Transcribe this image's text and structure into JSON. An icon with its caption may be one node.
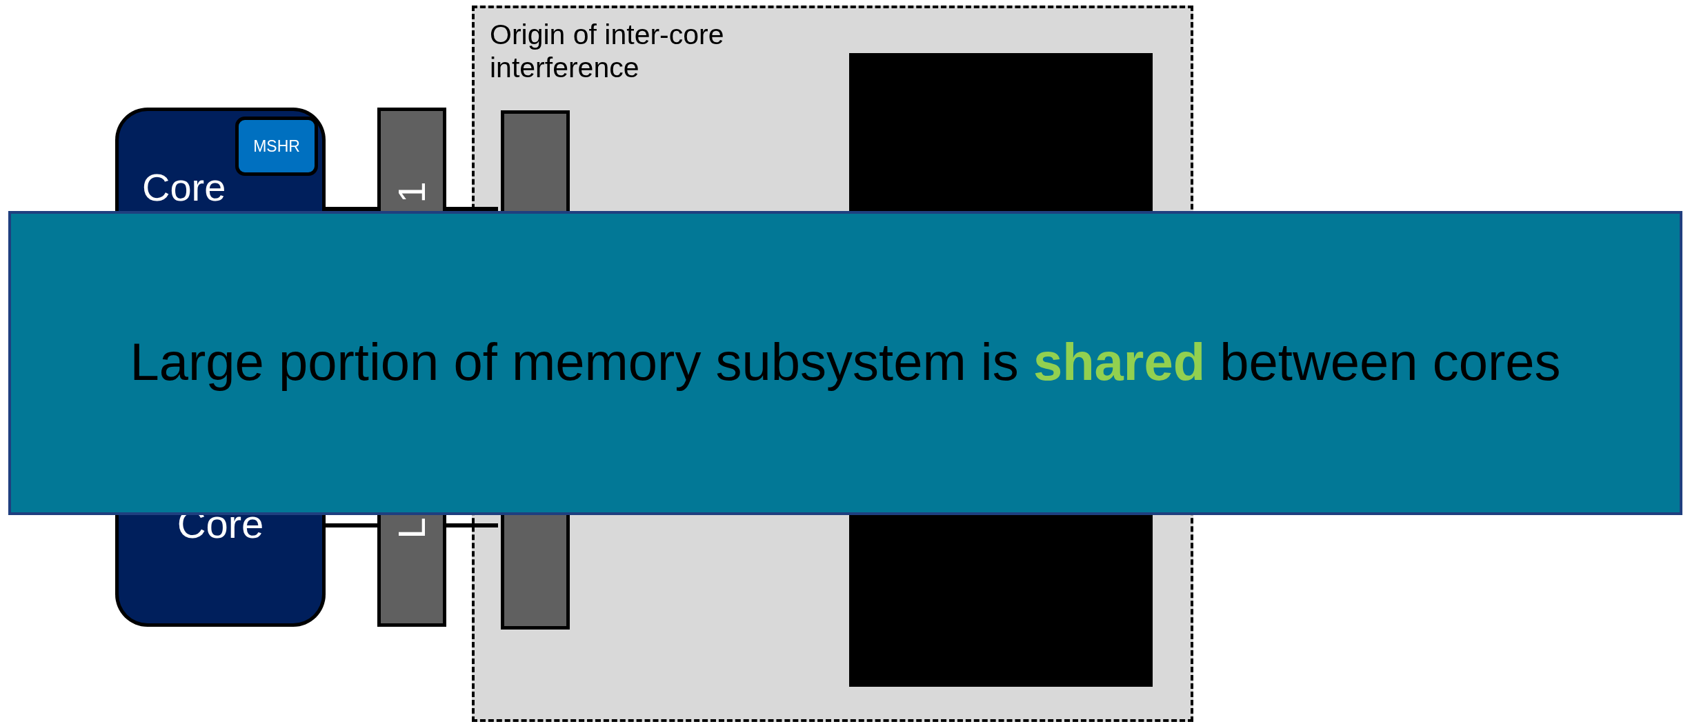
{
  "diagram": {
    "nodes": [
      {
        "text": [
          "Origin of inter-core interference"
        ]
      },
      {
        "text": [
          "Core"
        ]
      },
      {
        "text": [
          "MSHR"
        ],
        "in": 1
      },
      {
        "text": [
          "1"
        ]
      },
      {
        "text": [
          "Core"
        ]
      },
      {
        "text": [
          "L"
        ]
      },
      {
        "text": [],
        "shape": "bar",
        "in": 0
      },
      {
        "text": [],
        "shape": "box",
        "in": 0
      },
      {
        "text": [
          "Large portion of memory subsystem is **shared** between cores"
        ]
      }
    ],
    "edges": [
      {
        "from": 1,
        "to": 3,
        "arrow": "none"
      },
      {
        "from": 3,
        "to": 6,
        "arrow": "none"
      },
      {
        "from": 4,
        "to": 5,
        "arrow": "none"
      },
      {
        "from": 5,
        "to": 6,
        "arrow": "none"
      }
    ]
  }
}
